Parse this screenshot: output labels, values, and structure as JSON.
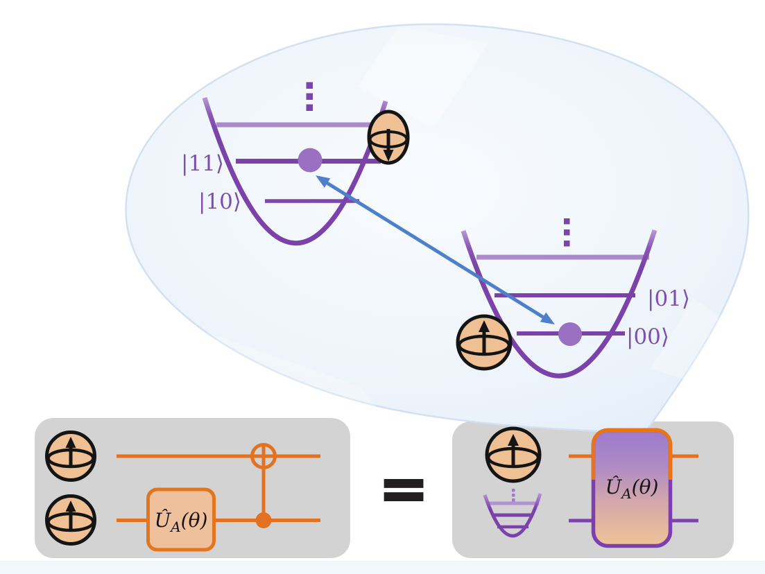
{
  "figure": {
    "balloon": {
      "left_well": {
        "upper_ket": "|11⟩",
        "lower_ket": "|10⟩"
      },
      "right_well": {
        "upper_ket": "|01⟩",
        "lower_ket": "|00⟩"
      }
    },
    "circuit_identity": {
      "equals": "=",
      "gate_label": {
        "u_hat": "Û",
        "sub": "A",
        "args": "(θ)"
      }
    },
    "colors": {
      "purple": "#7b43a9",
      "purple_light_level": "#a98bc9",
      "particle_dot": "#9a71c2",
      "ket_label": "#7d4fae",
      "arrow_blue": "#4d7fca",
      "sphere_fill": "#eec094",
      "outline_black": "#1a1a1a",
      "panel_gray": "#d3d3d3",
      "orange": "#e8751a",
      "gate_fill": "#eec09c",
      "gradient_gate_top": "#9f79cd",
      "gradient_gate_bottom": "#eec098",
      "balloon_fill": "#edf3fa",
      "balloon_stroke": "#d2e1f2",
      "equals": "#231f20",
      "bottom_strip": "#f2f7fc"
    }
  }
}
